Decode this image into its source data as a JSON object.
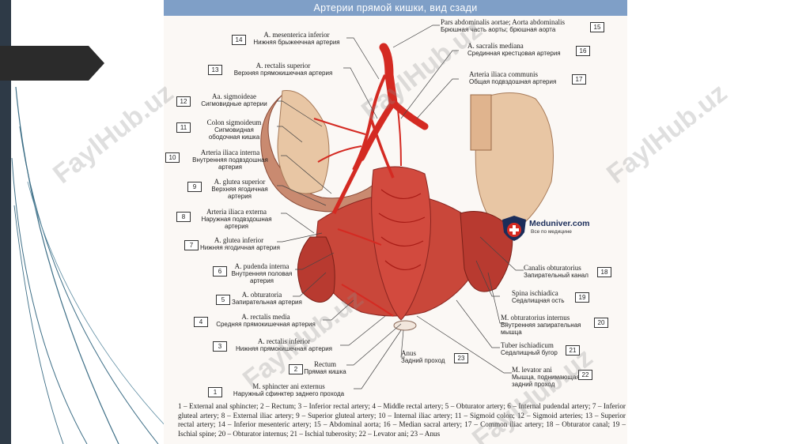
{
  "plate": {
    "title": "Артерии прямой кишки, вид сзади",
    "logo": {
      "brand": "Meduniver.com",
      "tagline": "Все по медицине"
    },
    "watermark": "FaylHub.uz",
    "labels": {
      "l14": {
        "num": "14",
        "la": "A. mesenterica inferior",
        "ru": "Нижняя брыжеечная артерия"
      },
      "l13": {
        "num": "13",
        "la": "A. rectalis superior",
        "ru": "Верхняя прямокишечная артерия"
      },
      "l12": {
        "num": "12",
        "la": "Aa. sigmoideae",
        "ru": "Сигмовидные артерии"
      },
      "l11": {
        "num": "11",
        "la": "Colon sigmoideum",
        "ru1": "Сигмовидная",
        "ru2": "ободочная кишка"
      },
      "l10": {
        "num": "10",
        "la": "Arteria iliaca interna",
        "ru1": "Внутренняя подвздошная",
        "ru2": "артерия"
      },
      "l9": {
        "num": "9",
        "la": "A. glutea superior",
        "ru1": "Верхняя ягодичная",
        "ru2": "артерия"
      },
      "l8": {
        "num": "8",
        "la": "Arteria iliaca externa",
        "ru1": "Наружная подвздошная",
        "ru2": "артерия"
      },
      "l7": {
        "num": "7",
        "la": "A. glutea inferior",
        "ru": "Нижняя ягодичная артерия"
      },
      "l6": {
        "num": "6",
        "la": "A. pudenda interna",
        "ru1": "Внутренняя половая",
        "ru2": "артерия"
      },
      "l5": {
        "num": "5",
        "la": "A. obturatoria",
        "ru": "Запирательная артерия"
      },
      "l4": {
        "num": "4",
        "la": "A. rectalis media",
        "ru": "Средняя прямокишечная артерия"
      },
      "l3": {
        "num": "3",
        "la": "A. rectalis inferior",
        "ru": "Нижняя прямокишечная артерия"
      },
      "l2": {
        "num": "2",
        "la": "Rectum",
        "ru": "Прямая кишка"
      },
      "l1": {
        "num": "1",
        "la": "M. sphincter ani externus",
        "ru": "Наружный сфинктер заднего прохода"
      },
      "l15": {
        "num": "15",
        "la": "Pars abdominalis aortae; Aorta abdominalis",
        "ru": "Брюшная часть аорты; брюшная аорта"
      },
      "l16": {
        "num": "16",
        "la": "A. sacralis mediana",
        "ru": "Срединная крестцовая артерия"
      },
      "l17": {
        "num": "17",
        "la": "Arteria iliaca communis",
        "ru": "Общая подвздошная артерия"
      },
      "l18": {
        "num": "18",
        "la": "Canalis obturatorius",
        "ru": "Запирательный канал"
      },
      "l19": {
        "num": "19",
        "la": "Spina ischiadica",
        "ru": "Седалищная ость"
      },
      "l20": {
        "num": "20",
        "la": "M. obturatorius internus",
        "ru1": "Внутренняя запирательная",
        "ru2": "мышца"
      },
      "l21": {
        "num": "21",
        "la": "Tuber ischiadicum",
        "ru": "Седалищный бугор"
      },
      "l22": {
        "num": "22",
        "la": "M. levator ani",
        "ru1": "Мышца, поднимающая",
        "ru2": "задний проход"
      },
      "l23": {
        "num": "23",
        "la": "Anus",
        "ru": "Задний проход"
      }
    },
    "caption": "1 – External anal sphincter; 2 – Rectum; 3 – Inferior rectal artery; 4 – Middle rectal artery; 5 – Obturator artery; 6 – Internal pudendal artery; 7 – Inferior gluteal artery; 8 – External iliac artery; 9 – Superior gluteal artery; 10 – Internal iliac artery; 11 – Sigmoid colon; 12 – Sigmoid arteries; 13 – Superior rectal artery; 14 – Inferior mesenteric artery; 15 – Abdominal aorta; 16 – Median sacral artery; 17 – Common iliac artery; 18 – Obturator canal; 19 – Ischial spine; 20 – Obturator internus; 21 – Ischial tuberosity; 22 – Levator ani; 23 – Anus"
  },
  "colors": {
    "title_bar": "#7f9fc7",
    "artery": "#d42a22",
    "muscle": "#c9473a",
    "bone": "#e8c6a4",
    "slide_dark": "#2e3a47",
    "deco_lines": "#3d6e86"
  }
}
